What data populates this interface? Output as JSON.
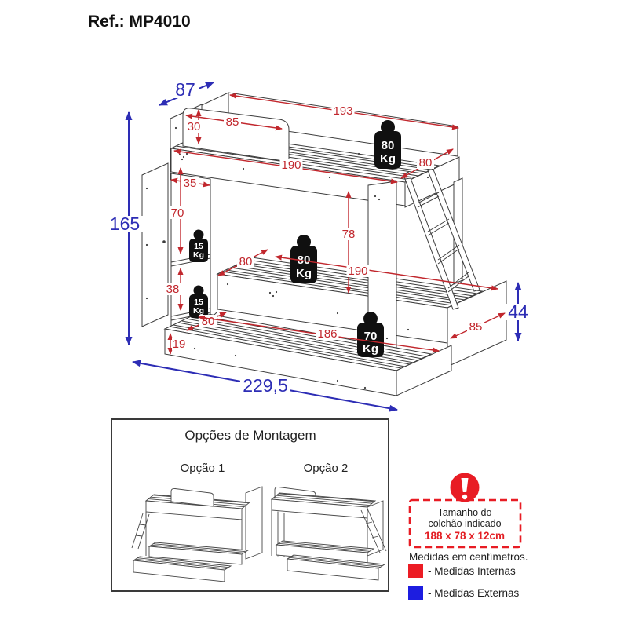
{
  "title": "Ref.: MP4010",
  "diagram": {
    "dims_internal": {
      "top_length": "193",
      "rail_length": "85",
      "rail_height": "30",
      "top_bed_length": "190",
      "top_bed_width": "80",
      "shelf_width": "35",
      "shelf_upper_height": "70",
      "beds_gap_height": "78",
      "mid_bed_width": "80",
      "mid_bed_length": "190",
      "shelf_lower_height": "38",
      "trundle_width": "80",
      "trundle_length": "186",
      "trundle_front_height": "19",
      "trundle_end_width": "85"
    },
    "dims_external": {
      "depth": "87",
      "height": "165",
      "width": "229,5",
      "foot_height": "44"
    },
    "weights": {
      "top_bed": {
        "value": "80",
        "unit": "Kg"
      },
      "mid_bed": {
        "value": "80",
        "unit": "Kg"
      },
      "trundle": {
        "value": "70",
        "unit": "Kg"
      },
      "shelf_upper": {
        "value": "15",
        "unit": "Kg"
      },
      "shelf_lower": {
        "value": "15",
        "unit": "Kg"
      }
    }
  },
  "options_box": {
    "title": "Opções de Montagem",
    "option1": "Opção 1",
    "option2": "Opção 2"
  },
  "mattress_box": {
    "line1": "Tamanho do",
    "line2": "colchão indicado",
    "size": "188 x 78 x 12cm"
  },
  "notes": {
    "units": "Medidas em centímetros.",
    "legend_internal": "- Medidas Internas",
    "legend_external": "- Medidas Externas"
  },
  "colors": {
    "internal_dim": "#c1272d",
    "external_dim": "#2d2db5",
    "alert": "#e81c24",
    "legend_internal": "#ec1c24",
    "legend_external": "#1d1de0"
  }
}
